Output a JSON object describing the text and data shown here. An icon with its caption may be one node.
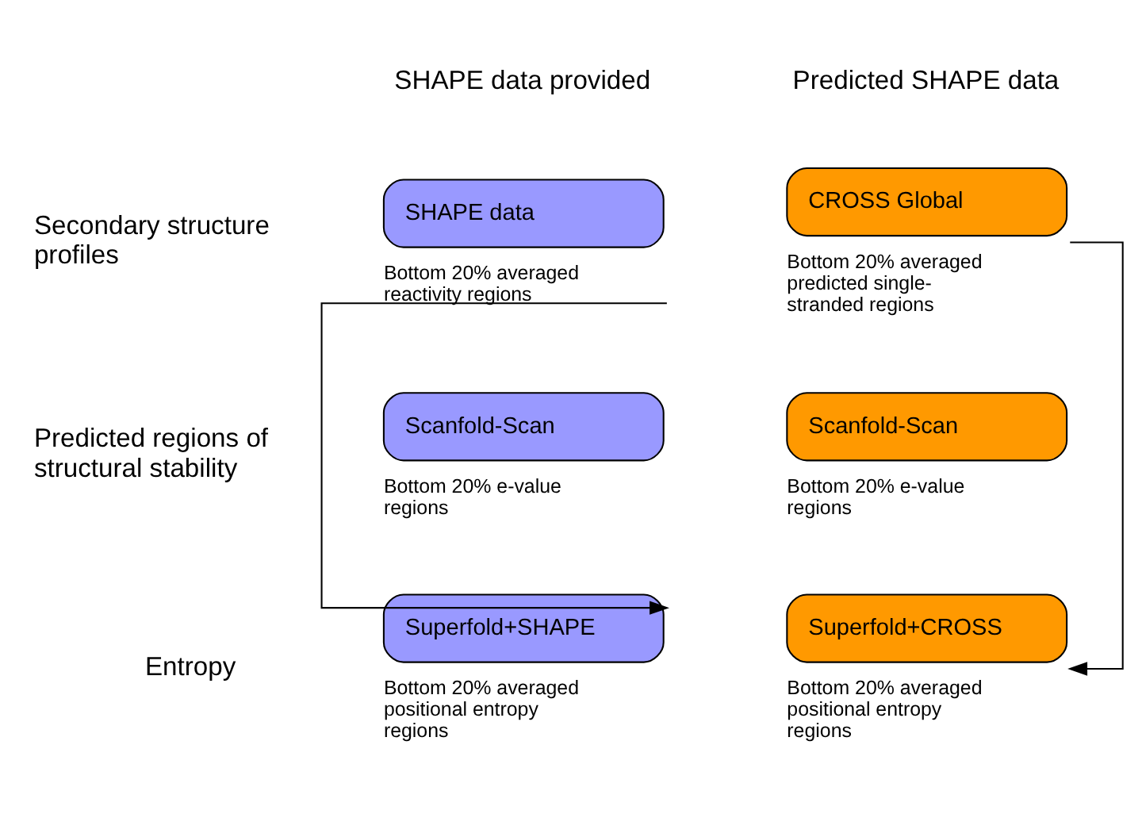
{
  "diagram": {
    "nodes": [
      {
        "text": [
          "SHAPE data"
        ],
        "beside": [
          "Bottom 20% averaged reactivity regions"
        ]
      },
      {
        "text": [
          "CROSS Global"
        ],
        "beside": [
          "Bottom 20% averaged predicted single-stranded regions"
        ]
      },
      {
        "text": [
          "Scanfold-Scan"
        ],
        "beside": [
          "Bottom 20% e-value regions"
        ]
      },
      {
        "text": [
          "Scanfold-Scan"
        ],
        "beside": [
          "Bottom 20% e-value regions"
        ]
      },
      {
        "text": [
          "Superfold+SHAPE"
        ],
        "beside": [
          "Bottom 20% averaged positional entropy regions"
        ]
      },
      {
        "text": [
          "Superfold+CROSS"
        ],
        "beside": [
          "Bottom 20% averaged positional entropy regions"
        ]
      }
    ],
    "edges": [
      {
        "from": 0,
        "to": 4,
        "arrow": "to"
      },
      {
        "from": 1,
        "to": 5,
        "arrow": "to"
      }
    ],
    "labels": [
      "SHAPE data provided",
      "Predicted SHAPE data",
      "Secondary structure profiles",
      "Predicted regions of structural stability",
      "Entropy"
    ]
  }
}
